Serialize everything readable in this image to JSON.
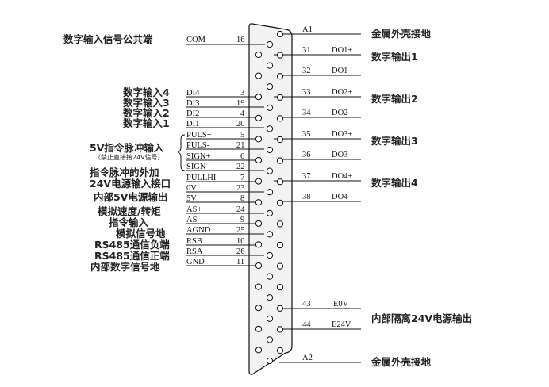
{
  "top_ground_label": "金属外壳接地",
  "bottom_ground_label": "金属外壳接地",
  "left_signals": [
    {
      "id": "com",
      "desc": "数字输入信号公共端",
      "signal": "COM",
      "pin": "16"
    },
    {
      "id": "di4",
      "desc": "数字输入4",
      "signal": "DI4",
      "pin": "3"
    },
    {
      "id": "di3",
      "desc": "数字输入3",
      "signal": "DI3",
      "pin": "19"
    },
    {
      "id": "di2",
      "desc": "数字输入2",
      "signal": "DI2",
      "pin": "4"
    },
    {
      "id": "di1",
      "desc": "数字输入1",
      "signal": "DI1",
      "pin": "20"
    },
    {
      "id": "pulsp",
      "desc": "",
      "signal": "PULS+",
      "pin": "5"
    },
    {
      "id": "pulsm",
      "desc": "5V指令脉冲输入",
      "signal": "PULS-",
      "pin": "21"
    },
    {
      "id": "signp",
      "desc": "（禁止直接接24V信号）",
      "signal": "SIGN+",
      "pin": "6"
    },
    {
      "id": "signm",
      "desc": "",
      "signal": "SIGN-",
      "pin": "22"
    },
    {
      "id": "pullhi",
      "desc": "指令脉冲的外加",
      "signal": "PULLHI",
      "pin": "7"
    },
    {
      "id": "ov",
      "desc": "24V电源输入接口",
      "signal": "0V",
      "pin": "23"
    },
    {
      "id": "v5",
      "desc": "内部5V电源输出",
      "signal": "5V",
      "pin": "8"
    },
    {
      "id": "asp",
      "desc": "模拟速度/转矩",
      "signal": "AS+",
      "pin": "24"
    },
    {
      "id": "asm",
      "desc": "指令输入",
      "signal": "AS-",
      "pin": "9"
    },
    {
      "id": "agnd",
      "desc": "模拟信号地",
      "signal": "AGND",
      "pin": "25"
    },
    {
      "id": "rsb",
      "desc": "RS485通信负端",
      "signal": "RSB",
      "pin": "10"
    },
    {
      "id": "rsa",
      "desc": "RS485通信正端",
      "signal": "RSA",
      "pin": "26"
    },
    {
      "id": "gnd",
      "desc": "内部数字信号地",
      "signal": "GND",
      "pin": "11"
    }
  ],
  "right_signals": [
    {
      "id": "a1",
      "pin": "A1",
      "signal": ""
    },
    {
      "id": "do1p",
      "pin": "31",
      "signal": "DO1+"
    },
    {
      "id": "do1m",
      "pin": "32",
      "signal": "DO1-"
    },
    {
      "id": "do2p",
      "pin": "33",
      "signal": "DO2+"
    },
    {
      "id": "do2m",
      "pin": "34",
      "signal": "DO2-"
    },
    {
      "id": "do3p",
      "pin": "35",
      "signal": "DO3+"
    },
    {
      "id": "do3m",
      "pin": "36",
      "signal": "DO3-"
    },
    {
      "id": "do4p",
      "pin": "37",
      "signal": "DO4+"
    },
    {
      "id": "do4m",
      "pin": "38",
      "signal": "DO4-"
    },
    {
      "id": "e0v",
      "pin": "43",
      "signal": "E0V"
    },
    {
      "id": "e24v",
      "pin": "44",
      "signal": "E24V"
    },
    {
      "id": "a2",
      "pin": "A2",
      "signal": ""
    }
  ],
  "right_descriptions": [
    {
      "id": "do1",
      "text": "数字输出1"
    },
    {
      "id": "do2",
      "text": "数字输出2"
    },
    {
      "id": "do3",
      "text": "数字输出3"
    },
    {
      "id": "do4",
      "text": "数字输出4"
    },
    {
      "id": "e24",
      "text": "内部隔离24V电源输出"
    }
  ]
}
